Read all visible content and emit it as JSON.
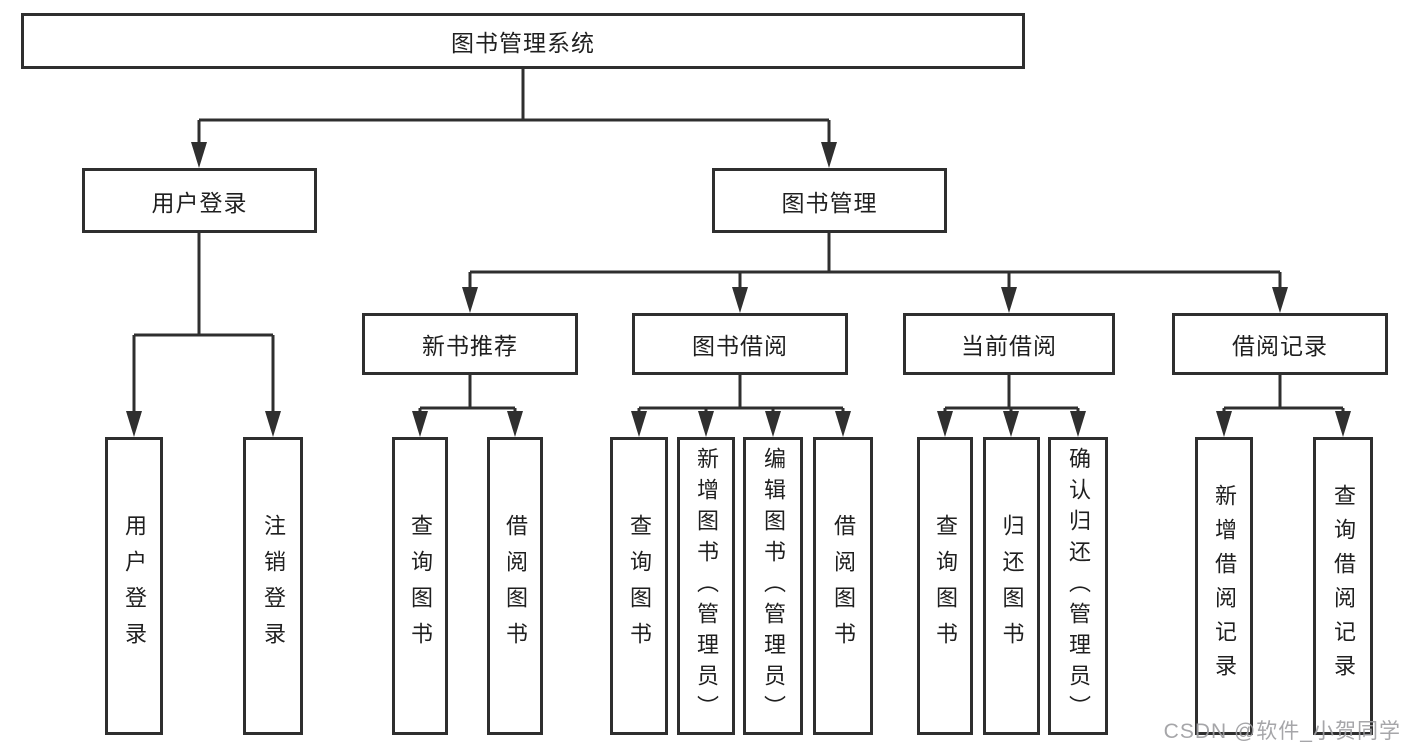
{
  "diagram": {
    "type": "hierarchy",
    "nodes": {
      "root": {
        "label": "图书管理系统"
      },
      "user_login": {
        "label": "用户登录"
      },
      "book_management": {
        "label": "图书管理"
      },
      "new_book_recommend": {
        "label": "新书推荐"
      },
      "book_borrow": {
        "label": "图书借阅"
      },
      "current_borrow": {
        "label": "当前借阅"
      },
      "borrow_records": {
        "label": "借阅记录"
      },
      "leaf_user_login": {
        "label": "用户登录"
      },
      "leaf_logout": {
        "label": "注销登录"
      },
      "nbr_query_books": {
        "label": "查询图书"
      },
      "nbr_borrow_books": {
        "label": "借阅图书"
      },
      "bb_query_books": {
        "label": "查询图书"
      },
      "bb_add_books": {
        "label": "新增图书（管理员）"
      },
      "bb_edit_books": {
        "label": "编辑图书（管理员）"
      },
      "bb_borrow_books": {
        "label": "借阅图书"
      },
      "cb_query_books": {
        "label": "查询图书"
      },
      "cb_return_books": {
        "label": "归还图书"
      },
      "cb_confirm_return": {
        "label": "确认归还（管理员）"
      },
      "br_add_record": {
        "label": "新增借阅记录"
      },
      "br_query_record": {
        "label": "查询借阅记录"
      }
    },
    "edges": [
      [
        "root",
        "user_login"
      ],
      [
        "root",
        "book_management"
      ],
      [
        "user_login",
        "leaf_user_login"
      ],
      [
        "user_login",
        "leaf_logout"
      ],
      [
        "book_management",
        "new_book_recommend"
      ],
      [
        "book_management",
        "book_borrow"
      ],
      [
        "book_management",
        "current_borrow"
      ],
      [
        "book_management",
        "borrow_records"
      ],
      [
        "new_book_recommend",
        "nbr_query_books"
      ],
      [
        "new_book_recommend",
        "nbr_borrow_books"
      ],
      [
        "book_borrow",
        "bb_query_books"
      ],
      [
        "book_borrow",
        "bb_add_books"
      ],
      [
        "book_borrow",
        "bb_edit_books"
      ],
      [
        "book_borrow",
        "bb_borrow_books"
      ],
      [
        "current_borrow",
        "cb_query_books"
      ],
      [
        "current_borrow",
        "cb_return_books"
      ],
      [
        "current_borrow",
        "cb_confirm_return"
      ],
      [
        "borrow_records",
        "br_add_record"
      ],
      [
        "borrow_records",
        "br_query_record"
      ]
    ],
    "colors": {
      "line": "#2f2f2f",
      "box_border": "#2f2f2f",
      "text": "#1f1f1f",
      "background": "#ffffff",
      "watermark": "#9e9ea2"
    }
  },
  "watermark": {
    "text": "CSDN @软件_小贺同学"
  }
}
